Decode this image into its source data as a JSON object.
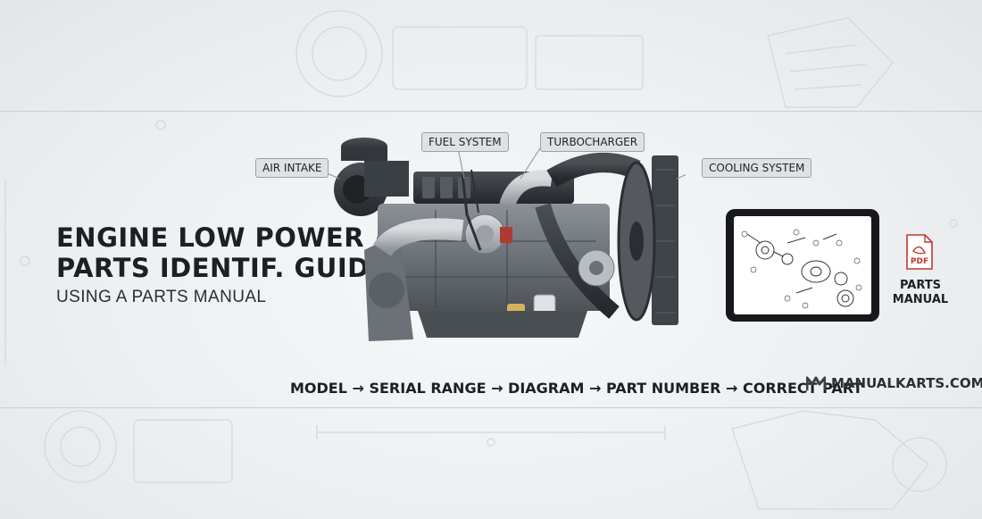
{
  "headline": {
    "line1": "ENGINE LOW POWER /",
    "line2": "PARTS IDENTIF. GUIDE",
    "subtitle": "USING A PARTS MANUAL"
  },
  "callouts": {
    "air_intake": "AIR INTAKE",
    "fuel_system": "FUEL SYSTEM",
    "turbocharger": "TURBOCHARGER",
    "cooling_system": "COOLING SYSTEM"
  },
  "workflow": {
    "text": "MODEL → SERIAL RANGE → DIAGRAM → PART NUMBER → CORRECT PART"
  },
  "manual_panel": {
    "pdf_badge": "PDF",
    "label_line1": "PARTS",
    "label_line2": "MANUAL"
  },
  "brand": {
    "name": "MANUALKARTS.COM"
  },
  "colors": {
    "background": "#eef0f2",
    "text": "#1c1f23",
    "callout_bg": "#dfe2e5",
    "pdf_red": "#c0392b",
    "engine_gray": "#6c7278",
    "tablet": "#16181b"
  }
}
